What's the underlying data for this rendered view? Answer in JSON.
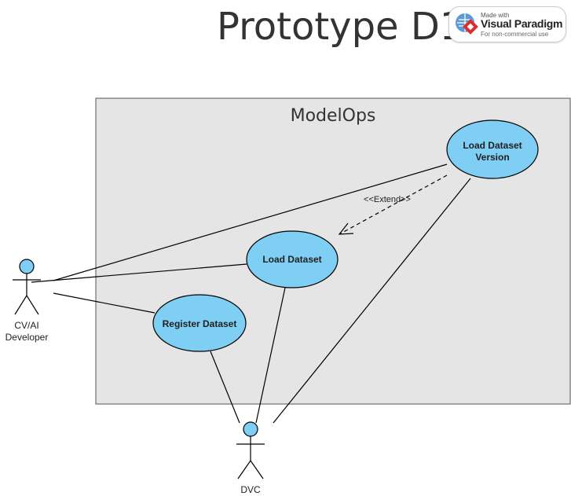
{
  "title": "Prototype D1",
  "badge": {
    "made_with": "Made with",
    "brand": "Visual Paradigm",
    "notice": "For non-commercial use"
  },
  "system": {
    "name": "ModelOps"
  },
  "use_cases": {
    "load_dataset_version": {
      "line1": "Load Dataset",
      "line2": "Version"
    },
    "load_dataset": {
      "label": "Load Dataset"
    },
    "register_dataset": {
      "label": "Register Dataset"
    }
  },
  "actors": {
    "developer": {
      "line1": "CV/AI",
      "line2": "Developer"
    },
    "dvc": {
      "label": "DVC"
    }
  },
  "relationships": {
    "extend": {
      "label": "<<Extend>>"
    }
  },
  "colors": {
    "system_fill": "#e5e5e5",
    "use_case_fill": "#7fcef3",
    "actor_head_fill": "#7fcef3",
    "line": "#000000"
  }
}
